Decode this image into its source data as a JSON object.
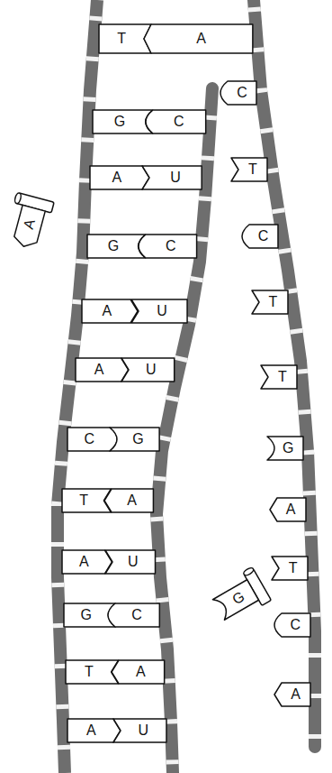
{
  "diagram": {
    "nodes": [
      {
        "text": [
          "T"
        ]
      },
      {
        "text": [
          "A"
        ]
      },
      {
        "text": [
          "C"
        ]
      },
      {
        "text": [
          "G"
        ]
      },
      {
        "text": [
          "C"
        ]
      },
      {
        "text": [
          "T"
        ]
      },
      {
        "text": [
          "A"
        ]
      },
      {
        "text": [
          "U"
        ]
      },
      {
        "text": [
          "A"
        ]
      },
      {
        "text": [
          "C"
        ]
      },
      {
        "text": [
          "G"
        ]
      },
      {
        "text": [
          "C"
        ]
      },
      {
        "text": [
          "T"
        ]
      },
      {
        "text": [
          "A"
        ]
      },
      {
        "text": [
          "U"
        ]
      },
      {
        "text": [
          "A"
        ]
      },
      {
        "text": [
          "U"
        ]
      },
      {
        "text": [
          "T"
        ]
      },
      {
        "text": [
          "C"
        ]
      },
      {
        "text": [
          "G"
        ]
      },
      {
        "text": [
          "G"
        ]
      },
      {
        "text": [
          "T"
        ]
      },
      {
        "text": [
          "A"
        ]
      },
      {
        "text": [
          "A"
        ]
      },
      {
        "text": [
          "A"
        ]
      },
      {
        "text": [
          "U"
        ]
      },
      {
        "text": [
          "T"
        ]
      },
      {
        "text": [
          "G"
        ]
      },
      {
        "text": [
          "G"
        ]
      },
      {
        "text": [
          "C"
        ]
      },
      {
        "text": [
          "C"
        ]
      },
      {
        "text": [
          "T"
        ]
      },
      {
        "text": [
          "A"
        ]
      },
      {
        "text": [
          "A"
        ]
      },
      {
        "text": [
          "A"
        ]
      },
      {
        "text": [
          "U"
        ]
      }
    ]
  }
}
